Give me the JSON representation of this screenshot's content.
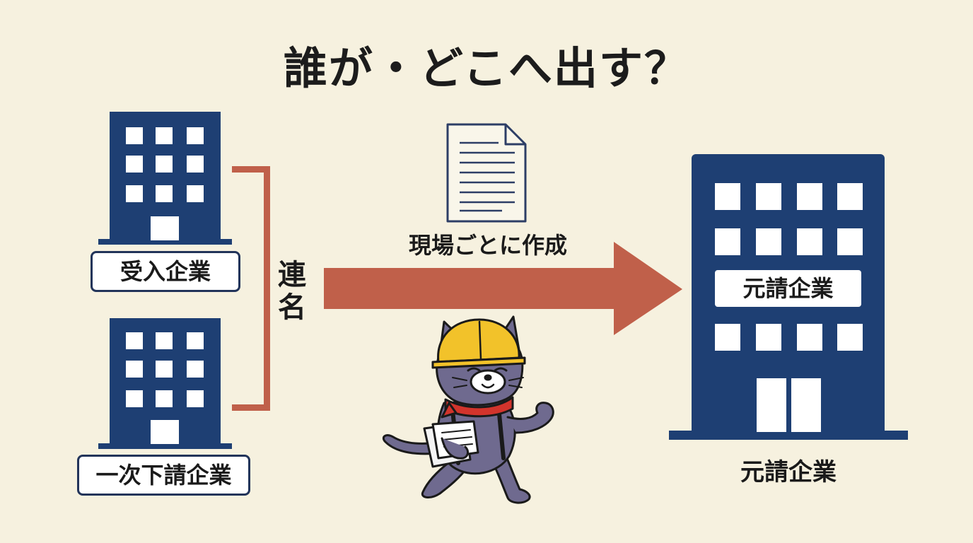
{
  "title": "誰が・どこへ出す？",
  "left_companies": [
    {
      "label": "受入企業"
    },
    {
      "label": "一次下請企業"
    }
  ],
  "bracket_label": "連名",
  "document_caption": "現場ごとに作成",
  "right_company": {
    "inner_label": "元請企業",
    "bottom_label": "元請企業"
  },
  "colors": {
    "background": "#f6f1df",
    "building": "#1e3f73",
    "arrow": "#c0604a",
    "helmet": "#f2c22a",
    "cat": "#6f6a8f"
  },
  "icons": [
    "building-icon",
    "document-icon",
    "arrow-icon",
    "cat-mascot"
  ]
}
